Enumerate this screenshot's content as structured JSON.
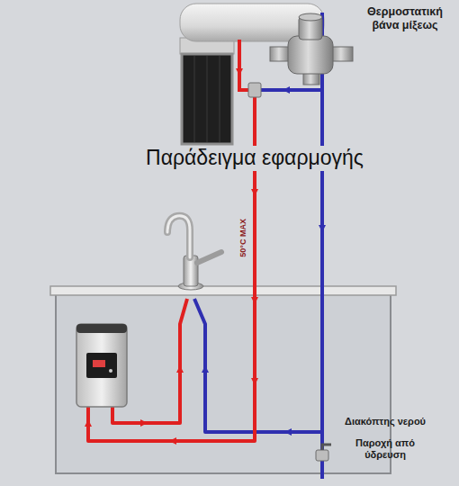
{
  "diagram": {
    "title": "Παράδειγμα εφαρμογής",
    "labels": [
      "Θερμοστατική βάνα μίξεως",
      "50°C MAX",
      "Διακόπτης νερού",
      "Παροχή από ύδρευση"
    ]
  }
}
